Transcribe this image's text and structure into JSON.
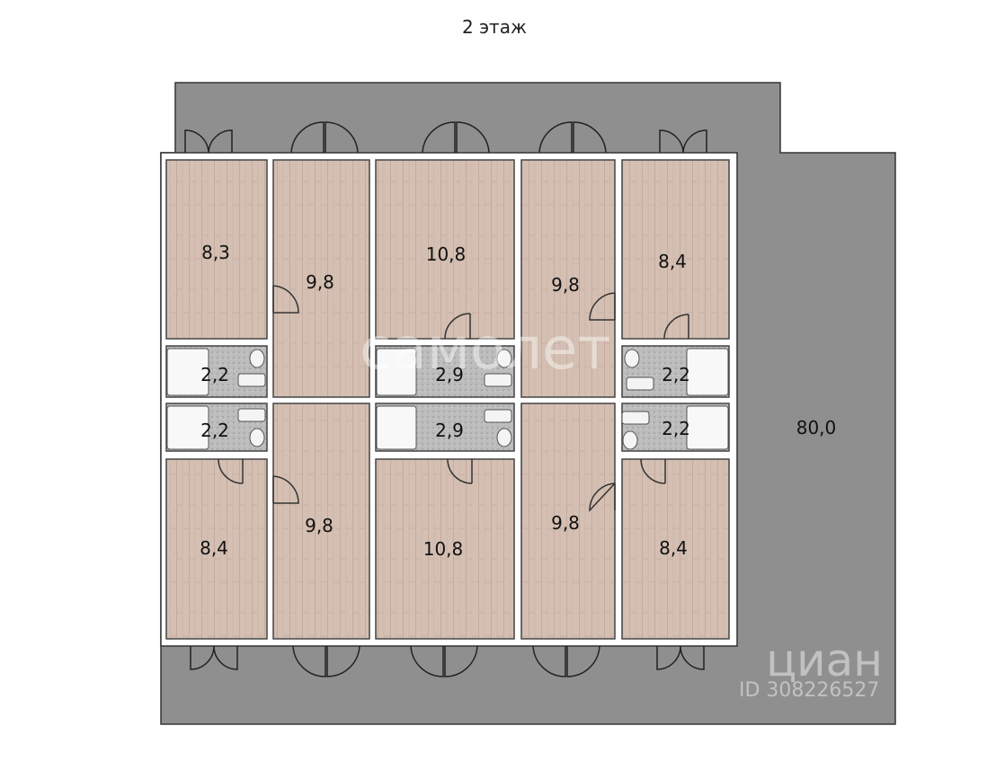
{
  "floor": {
    "title": "2 этаж"
  },
  "rooms": {
    "top": [
      "8,3",
      "9,8",
      "10,8",
      "9,8",
      "8,4"
    ],
    "bath_top": [
      "2,2",
      "2,9",
      "2,2"
    ],
    "bath_bottom": [
      "2,2",
      "2,9",
      "2,2"
    ],
    "bottom": [
      "8,4",
      "9,8",
      "10,8",
      "9,8",
      "8,4"
    ],
    "terrace": "80,0"
  },
  "watermarks": {
    "center": "самолет",
    "cian": "циан",
    "cian_id": "ID 308226527"
  },
  "colors": {
    "terrace": "#8f8f8f",
    "floor": "#d4bfb2",
    "tile": "#b9b9b9",
    "wall": "#ffffff",
    "outline": "#333333"
  }
}
